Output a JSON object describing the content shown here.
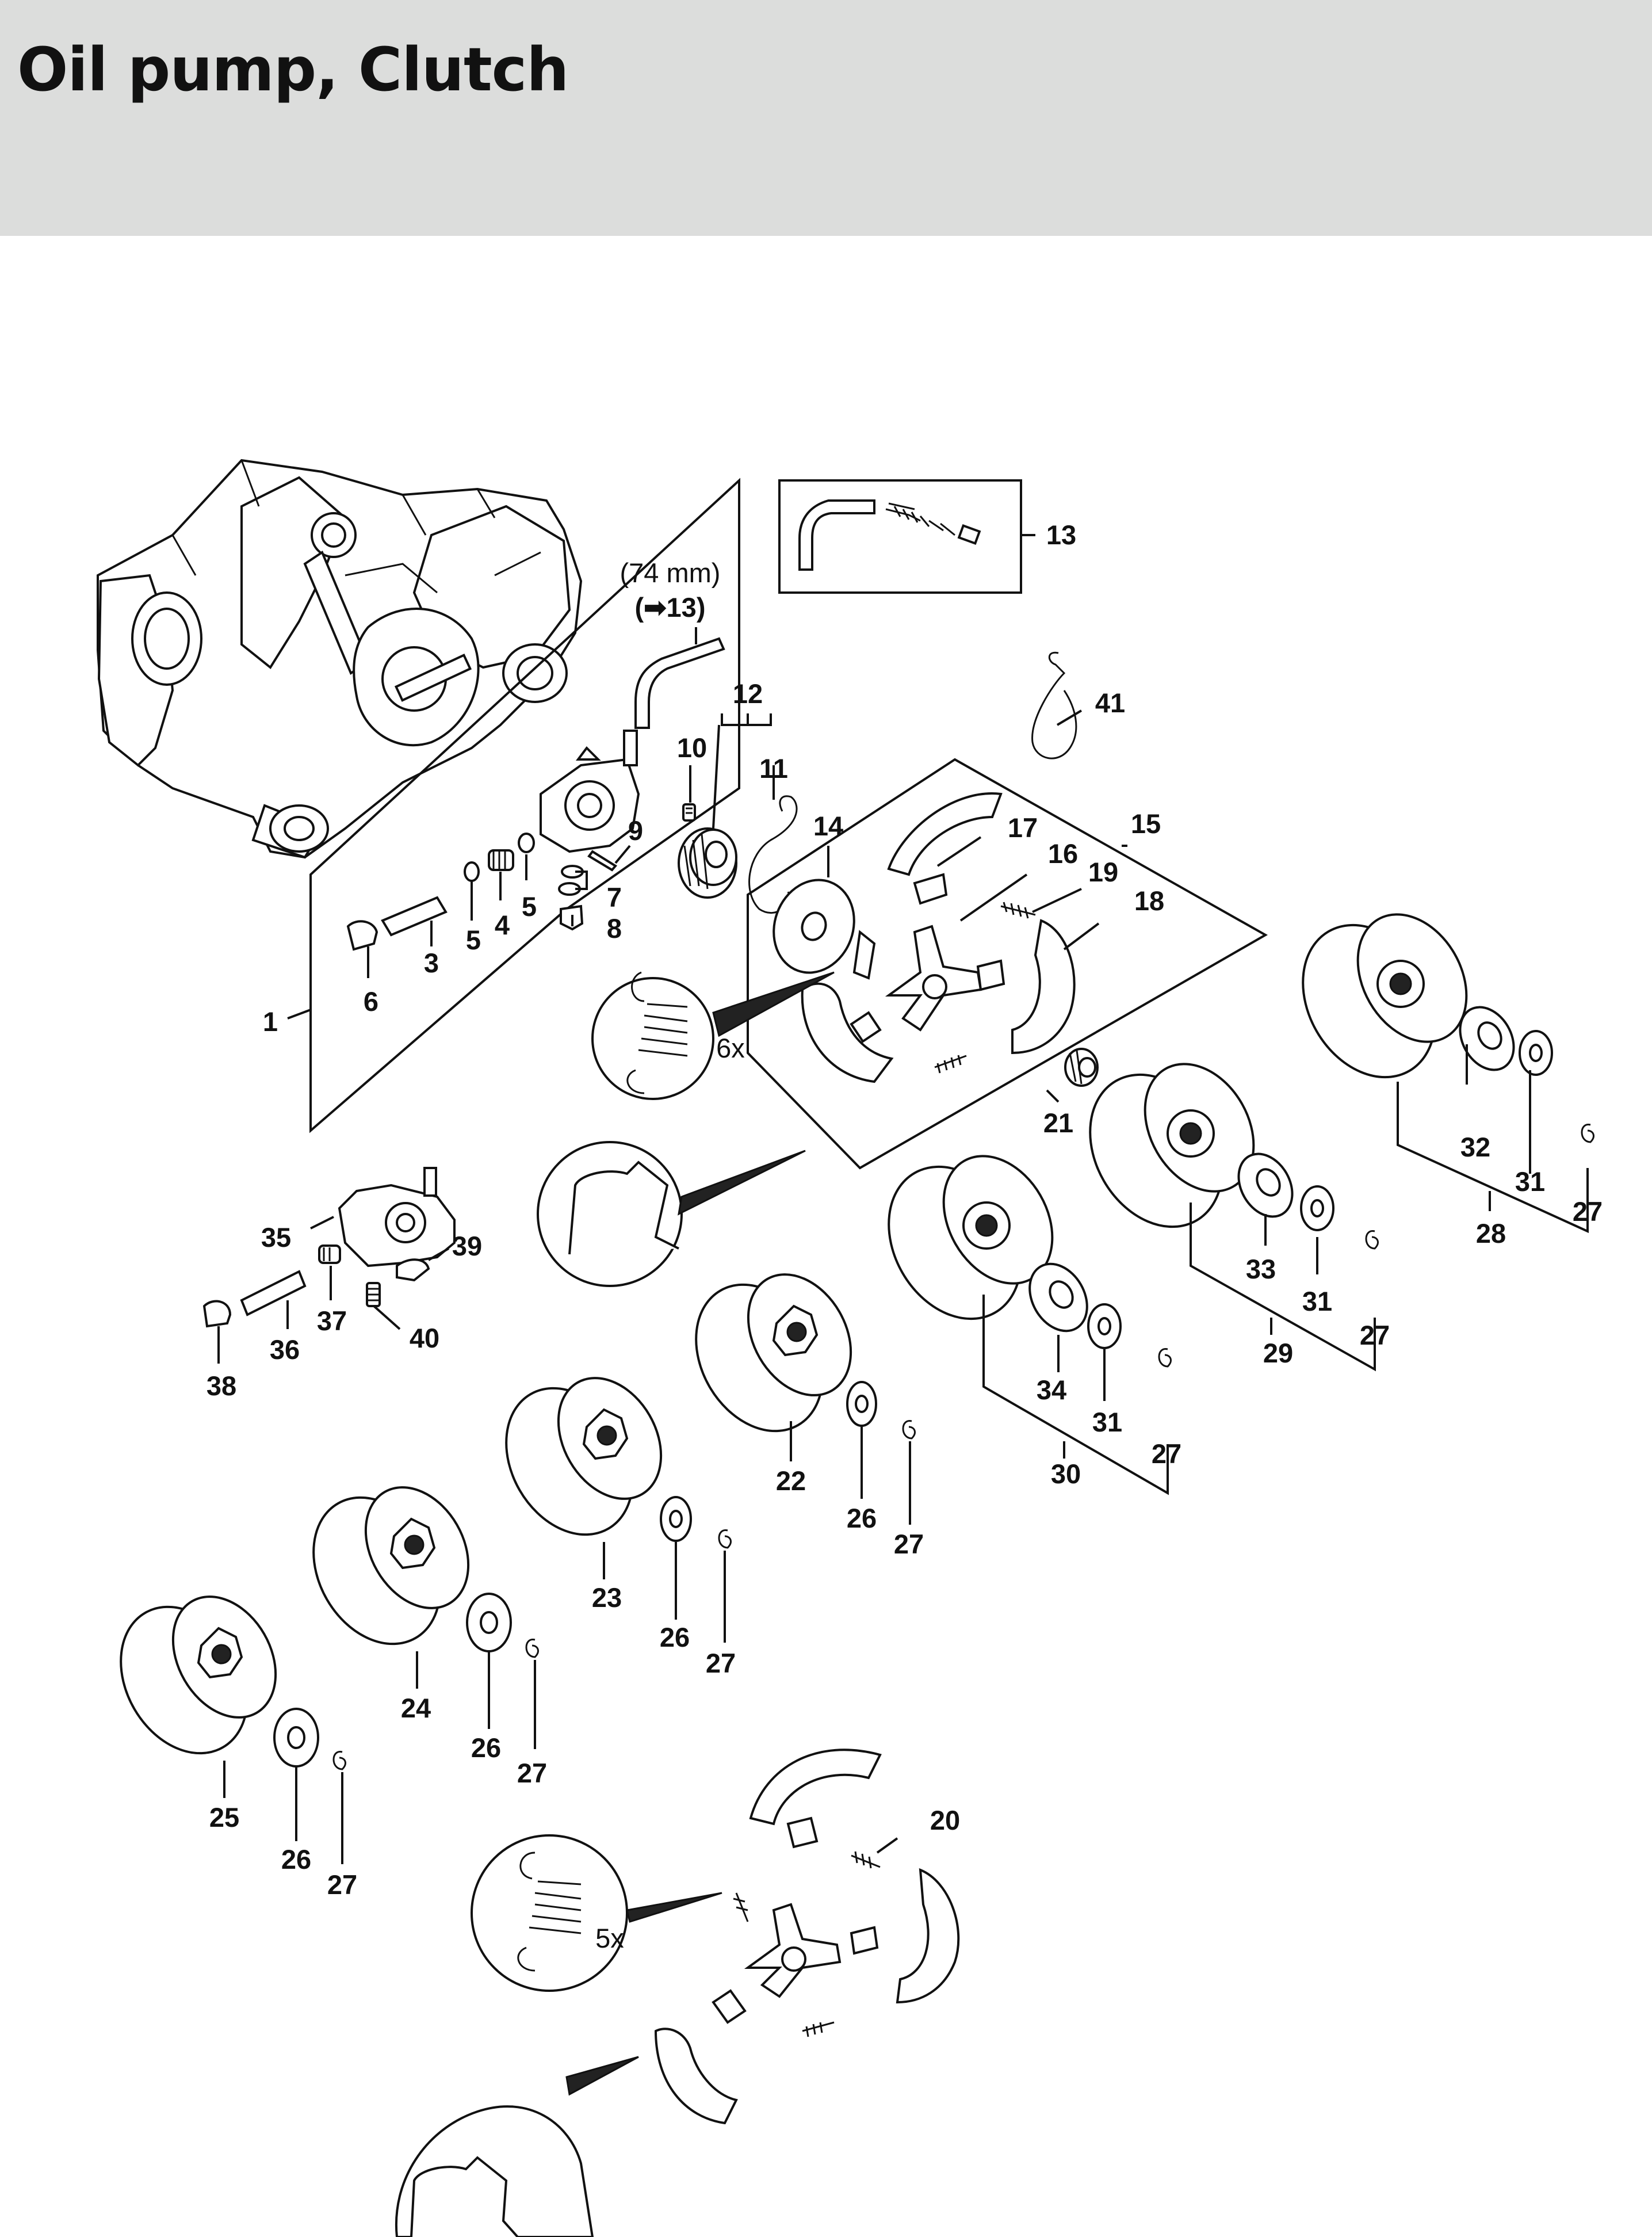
{
  "header": {
    "title": "Oil pump, Clutch"
  },
  "diagram": {
    "note_length": "(74 mm)",
    "note_ref": "(➡13)",
    "qty_6x": "6x",
    "qty_5x": "5x",
    "labels": {
      "p1": "1",
      "p3": "3",
      "p4": "4",
      "p5a": "5",
      "p5b": "5",
      "p6": "6",
      "p7": "7",
      "p8": "8",
      "p9": "9",
      "p10": "10",
      "p11": "11",
      "p12": "12",
      "p13": "13",
      "p14": "14",
      "p15": "15",
      "p16": "16",
      "p17": "17",
      "p18": "18",
      "p19": "19",
      "p20": "20",
      "p21": "21",
      "p22": "22",
      "p23": "23",
      "p24": "24",
      "p25": "25",
      "p26a": "26",
      "p26b": "26",
      "p26c": "26",
      "p26d": "26",
      "p27a": "27",
      "p27b": "27",
      "p27c": "27",
      "p27d": "27",
      "p27e": "27",
      "p27f": "27",
      "p27g": "27",
      "p28": "28",
      "p29": "29",
      "p30": "30",
      "p31a": "31",
      "p31b": "31",
      "p31c": "31",
      "p32": "32",
      "p33": "33",
      "p34": "34",
      "p35": "35",
      "p36": "36",
      "p37": "37",
      "p38": "38",
      "p39": "39",
      "p40": "40",
      "p41": "41"
    }
  }
}
